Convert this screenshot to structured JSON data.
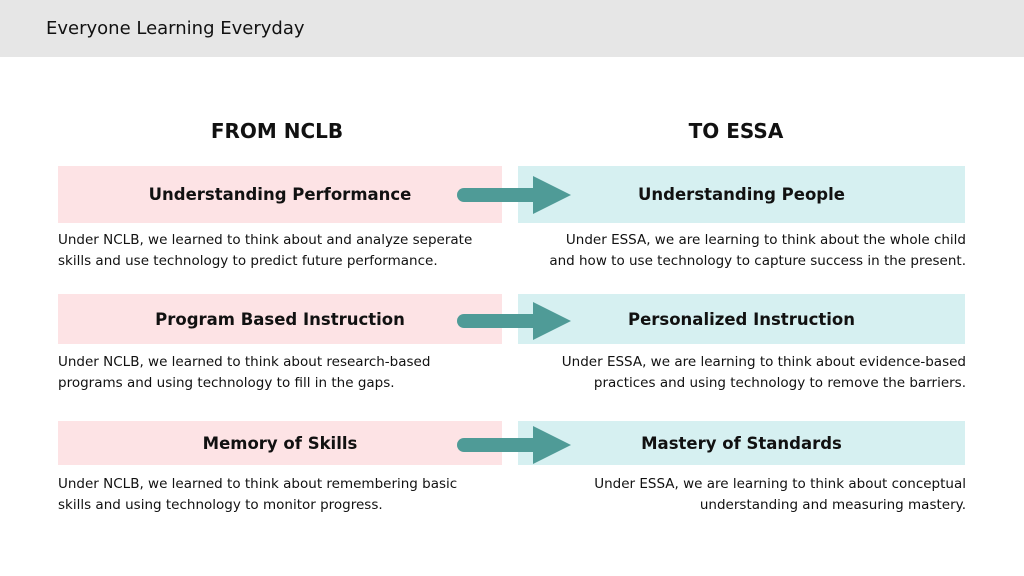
{
  "header": {
    "title": "Everyone Learning Everyday"
  },
  "columns": {
    "from_heading": "FROM NCLB",
    "to_heading": "TO ESSA"
  },
  "rows": [
    {
      "from_title": "Understanding Performance",
      "from_desc": [
        "Under NCLB, we learned to think about and analyze seperate",
        "skills and use technology to predict future performance."
      ],
      "to_title": "Understanding People",
      "to_desc": [
        "Under ESSA, we are learning to think about the whole child",
        "and how to use technology to capture success in the present."
      ]
    },
    {
      "from_title": "Program Based Instruction",
      "from_desc": [
        "Under NCLB, we learned to think about research-based",
        "programs and using technology to fill in the gaps."
      ],
      "to_title": "Personalized Instruction",
      "to_desc": [
        "Under ESSA, we are learning to think about evidence-based",
        "practices and using technology to remove the barriers."
      ]
    },
    {
      "from_title": "Memory of Skills",
      "from_desc": [
        "Under NCLB, we learned to think about remembering basic",
        "skills and using technology to monitor progress."
      ],
      "to_title": "Mastery of Standards",
      "to_desc": [
        "Under ESSA, we are learning to think about conceptual",
        "understanding and measuring mastery."
      ]
    }
  ],
  "colors": {
    "from_fill": "#fde3e5",
    "to_fill": "#d6f0f1",
    "arrow": "#4f9b97",
    "header_bg": "#e6e6e6"
  },
  "icons": {
    "transition_arrow": "right-arrow-icon"
  }
}
